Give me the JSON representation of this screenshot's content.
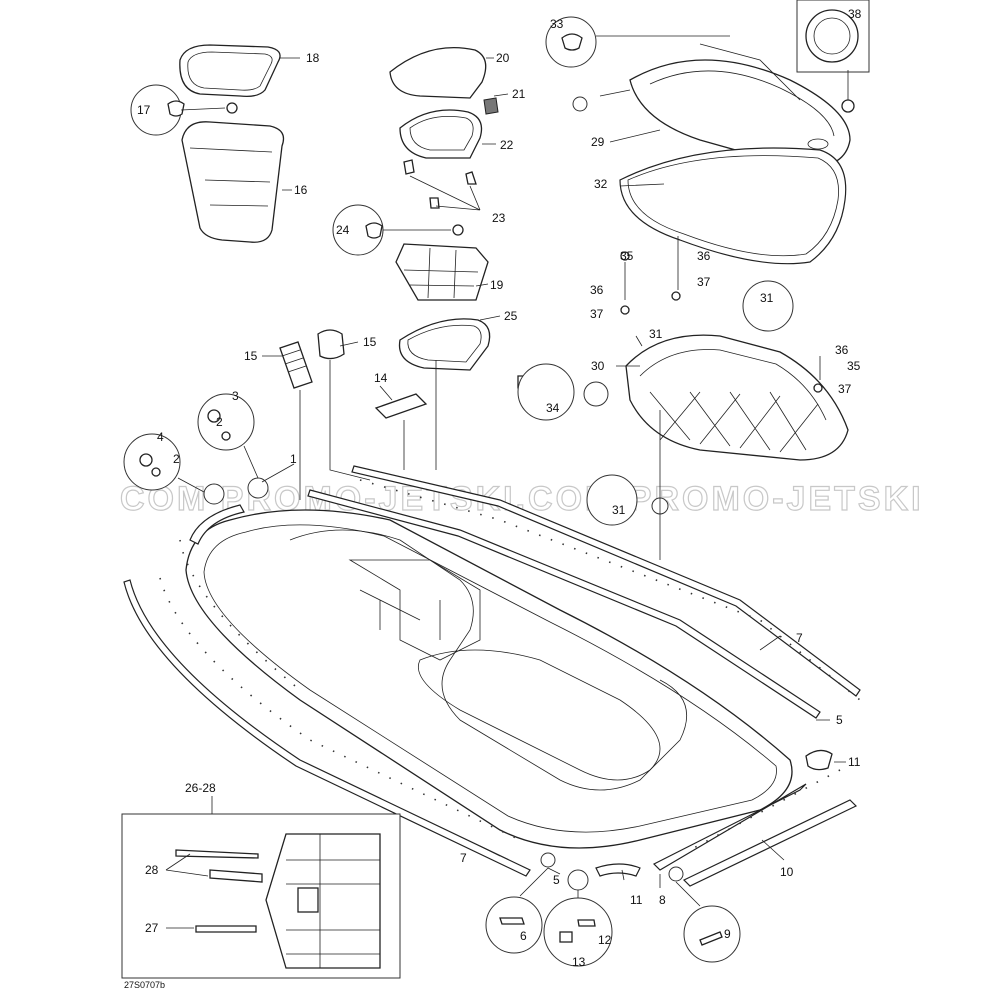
{
  "watermark": "COM PROMO-JETSKI.COM PROMO-JETSKI",
  "diagram_ref": "27S0707b",
  "kit_label": "26-28",
  "callouts": {
    "c1": "1",
    "c2a": "2",
    "c2b": "2",
    "c3": "3",
    "c4": "4",
    "c5a": "5",
    "c5b": "5",
    "c6": "6",
    "c7a": "7",
    "c7b": "7",
    "c8": "8",
    "c9": "9",
    "c10": "10",
    "c11a": "11",
    "c11b": "11",
    "c12": "12",
    "c13": "13",
    "c14": "14",
    "c15a": "15",
    "c15b": "15",
    "c16": "16",
    "c17": "17",
    "c18": "18",
    "c19": "19",
    "c20": "20",
    "c21": "21",
    "c22": "22",
    "c23": "23",
    "c24": "24",
    "c25": "25",
    "c27": "27",
    "c28": "28",
    "c29": "29",
    "c30": "30",
    "c31a": "31",
    "c31b": "31",
    "c31c": "31",
    "c32": "32",
    "c33": "33",
    "c34": "34",
    "c35a": "35",
    "c35b": "35",
    "c36a": "36",
    "c36b": "36",
    "c36c": "36",
    "c37a": "37",
    "c37b": "37",
    "c37c": "37",
    "c38": "38"
  },
  "palette": {
    "line": "#222222",
    "background": "#ffffff",
    "watermark": "#c8c8c8"
  }
}
